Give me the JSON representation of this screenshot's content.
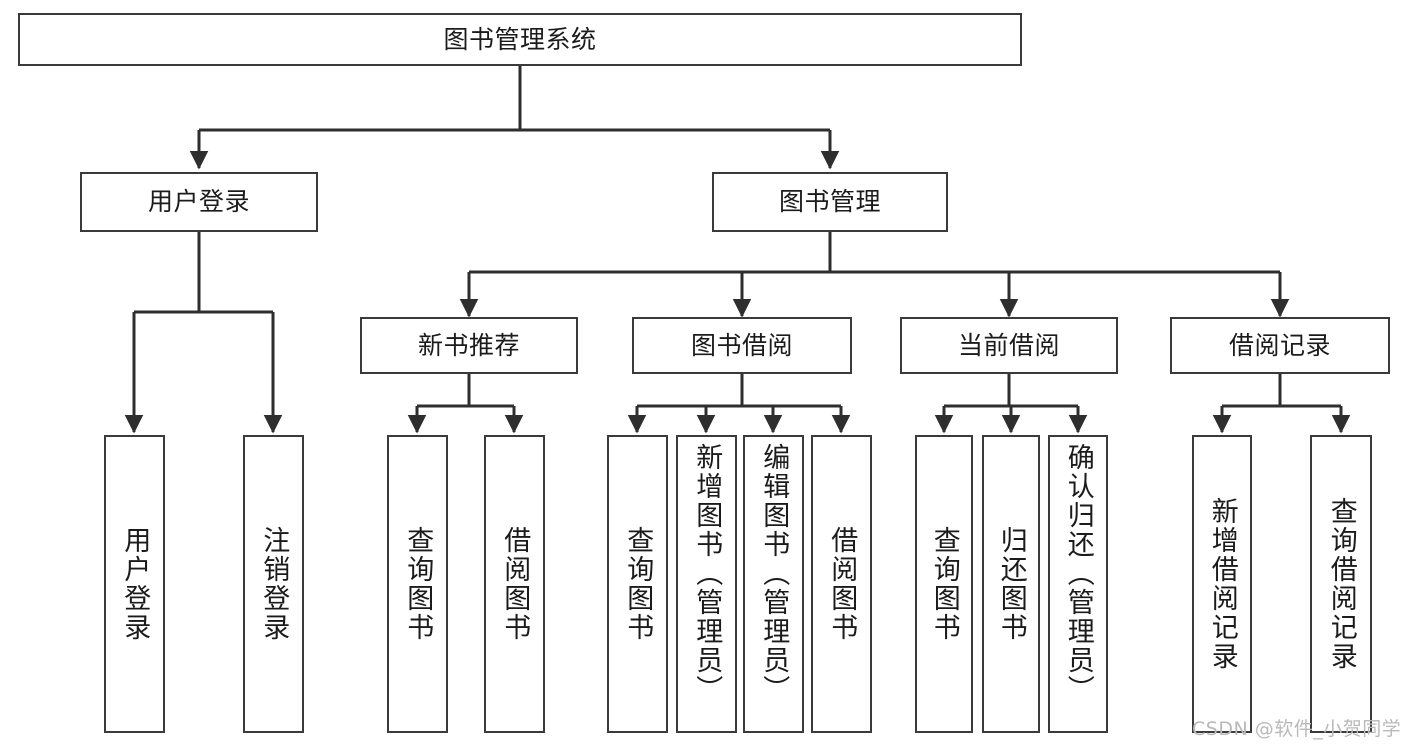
{
  "diagram": {
    "type": "tree",
    "title": "图书管理系统",
    "root": {
      "id": "root",
      "label": "图书管理系统",
      "orientation": "horizontal"
    },
    "levels": [
      {
        "level": 1,
        "nodes": [
          {
            "id": "root",
            "label": "图书管理系统",
            "orientation": "horizontal"
          }
        ]
      },
      {
        "level": 2,
        "nodes": [
          {
            "id": "user-login",
            "label": "用户登录",
            "orientation": "horizontal",
            "parent": "root"
          },
          {
            "id": "book-manage",
            "label": "图书管理",
            "orientation": "horizontal",
            "parent": "root"
          }
        ]
      },
      {
        "level": 3,
        "nodes": [
          {
            "id": "new-book-rec",
            "label": "新书推荐",
            "orientation": "horizontal",
            "parent": "book-manage"
          },
          {
            "id": "book-borrow",
            "label": "图书借阅",
            "orientation": "horizontal",
            "parent": "book-manage"
          },
          {
            "id": "current-borrow",
            "label": "当前借阅",
            "orientation": "horizontal",
            "parent": "book-manage"
          },
          {
            "id": "borrow-record",
            "label": "借阅记录",
            "orientation": "horizontal",
            "parent": "book-manage"
          }
        ]
      },
      {
        "level": 4,
        "nodes": [
          {
            "id": "leaf-user-login",
            "label": "用户登录",
            "orientation": "vertical",
            "parent": "user-login"
          },
          {
            "id": "leaf-user-logout",
            "label": "注销登录",
            "orientation": "vertical",
            "parent": "user-login"
          },
          {
            "id": "leaf-query-book-1",
            "label": "查询图书",
            "orientation": "vertical",
            "parent": "new-book-rec"
          },
          {
            "id": "leaf-borrow-book-1",
            "label": "借阅图书",
            "orientation": "vertical",
            "parent": "new-book-rec"
          },
          {
            "id": "leaf-query-book-2",
            "label": "查询图书",
            "orientation": "vertical",
            "parent": "book-borrow"
          },
          {
            "id": "leaf-add-book",
            "label": "新增图书（管理员）",
            "orientation": "vertical",
            "parent": "book-borrow"
          },
          {
            "id": "leaf-edit-book",
            "label": "编辑图书（管理员）",
            "orientation": "vertical",
            "parent": "book-borrow"
          },
          {
            "id": "leaf-borrow-book-2",
            "label": "借阅图书",
            "orientation": "vertical",
            "parent": "book-borrow"
          },
          {
            "id": "leaf-query-book-3",
            "label": "查询图书",
            "orientation": "vertical",
            "parent": "current-borrow"
          },
          {
            "id": "leaf-return-book",
            "label": "归还图书",
            "orientation": "vertical",
            "parent": "current-borrow"
          },
          {
            "id": "leaf-confirm-return",
            "label": "确认归还（管理员）",
            "orientation": "vertical",
            "parent": "current-borrow"
          },
          {
            "id": "leaf-add-record",
            "label": "新增借阅记录",
            "orientation": "vertical",
            "parent": "borrow-record"
          },
          {
            "id": "leaf-query-record",
            "label": "查询借阅记录",
            "orientation": "vertical",
            "parent": "borrow-record"
          }
        ]
      }
    ],
    "colors": {
      "node_border": "#3a3a3a",
      "node_fill": "#ffffff",
      "edge": "#2e2e2e",
      "text": "#1b1b1b",
      "watermark": "#b9b9b9",
      "background": "#ffffff"
    }
  },
  "watermark": {
    "text": "CSDN @软件_小贺同学"
  }
}
